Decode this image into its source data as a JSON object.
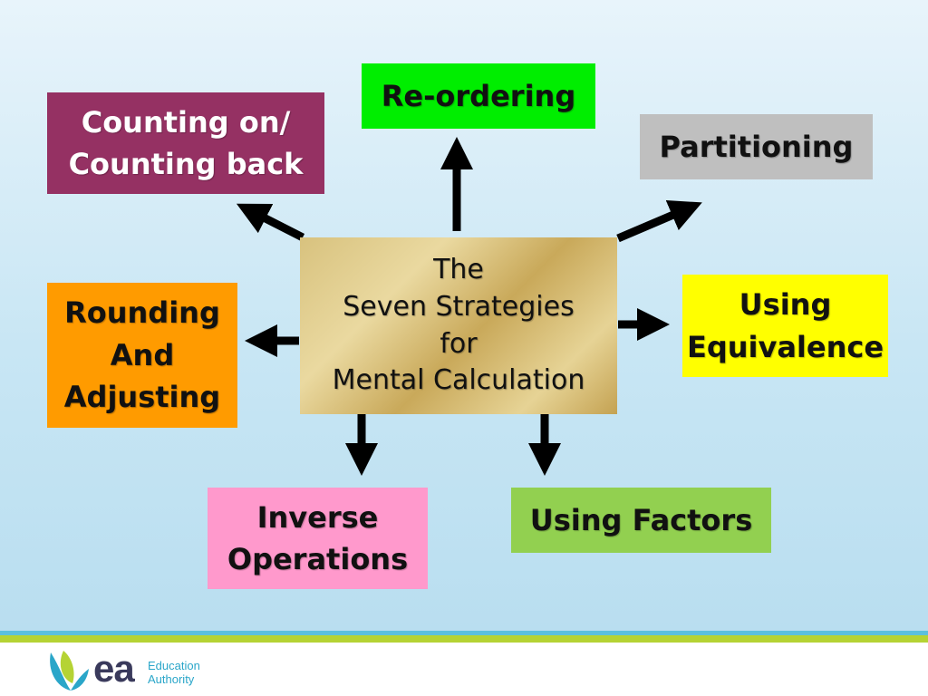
{
  "center": {
    "lines": [
      "The",
      "Seven Strategies",
      "for",
      "Mental Calculation"
    ]
  },
  "boxes": {
    "counting": {
      "lines": [
        "Counting on/",
        "Counting back"
      ],
      "color": "#953163"
    },
    "reordering": {
      "lines": [
        "Re-ordering"
      ],
      "color": "#00ee00"
    },
    "partitioning": {
      "lines": [
        "Partitioning"
      ],
      "color": "#bfbfbf"
    },
    "rounding": {
      "lines": [
        "Rounding",
        "And",
        "Adjusting"
      ],
      "color": "#ff9b00"
    },
    "equivalence": {
      "lines": [
        "Using",
        "Equivalence"
      ],
      "color": "#ffff00"
    },
    "inverse": {
      "lines": [
        "Inverse",
        "Operations"
      ],
      "color": "#ff99cc"
    },
    "factors": {
      "lines": [
        "Using Factors"
      ],
      "color": "#92d050"
    }
  },
  "footer": {
    "logo_mark": "ea",
    "logo_line1": "Education",
    "logo_line2": "Authority"
  }
}
